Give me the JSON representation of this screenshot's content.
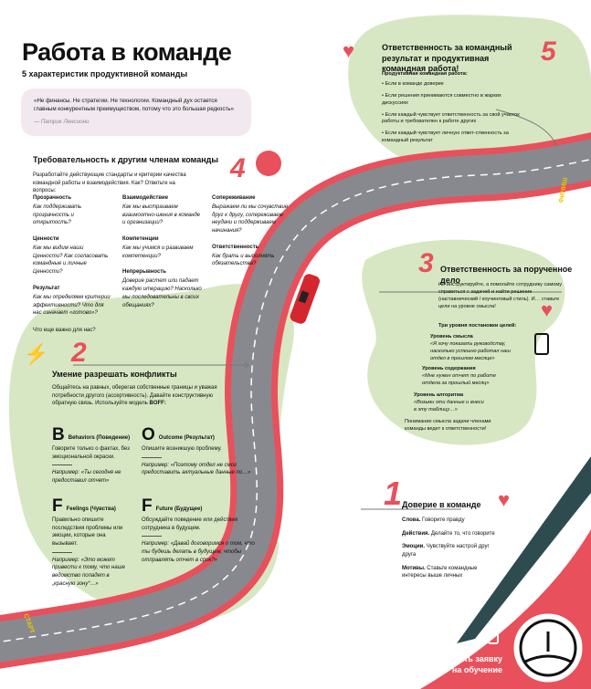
{
  "header": {
    "title": "Работа в команде",
    "subtitle": "5 характеристик продуктивной команды"
  },
  "quote": {
    "text": "«Не финансы. Не стратегии. Не технологии. Командный дух остается главным конкурентным преимуществом, потому что это большая редкость»",
    "author": "— Патрик Ленсиони"
  },
  "road": {
    "start": "СТАРТ",
    "finish": "ФИНИШ"
  },
  "s5": {
    "num": "5",
    "title": "Ответственность за командный результат и продуктивная командная работа!",
    "lead": "Продуктивная командная работа:",
    "items": [
      "Если в команде доверие",
      "Если решения принимаются совместно в жарких дискуссиях",
      "Если каждый чувствует ответственность за свой участок работы и требователен к работе других",
      "Если каждый чувствует личную ответ-ственность за командный результат"
    ]
  },
  "s4": {
    "num": "4",
    "title": "Требовательность к другим членам команды",
    "lead": "Разработайте действующие стандарты и критерии качества командной работы и взаимодействия. Как? Ответьте на вопросы:",
    "cols": [
      [
        {
          "h": "Прозрачность",
          "q": "Как поддерживать прозрачность и открытость?"
        },
        {
          "h": "Ценности",
          "q": "Как мы видим наши Ценности? Как согласовать командные и личные Ценности?"
        },
        {
          "h": "Результат",
          "q": "Как мы определяем критерии эффективности? Что для нас означает «готово»?"
        }
      ],
      [
        {
          "h": "Взаимодействие",
          "q": "Как мы выстраиваем взаимоотно-шения в команде и организации?"
        },
        {
          "h": "Компетенции",
          "q": "Как мы учимся и развиваем компетенции?"
        },
        {
          "h": "Непрерывность",
          "q": "Доверие растет или падает каждую итерацию? Насколько мы последовательны в своих обещаниях?"
        }
      ],
      [
        {
          "h": "Сопереживание",
          "q": "Выражаем ли мы сочувствие друг к другу, сопереживаем неудачи и поддерживаем начинания?"
        },
        {
          "h": "Ответственность",
          "q": "Как брать и выполнять обязательства?"
        }
      ]
    ],
    "tail": "Что еще важно для нас?"
  },
  "s3": {
    "num": "3",
    "title": "Ответственность за порученное дело",
    "lead": "Не инструктируйте, а помогайте сотруднику самому справиться с задачей и найти решение (наставнический / коучинговый стиль). И… ставьте цели на уровне смысла!",
    "levels_title": "Три уровня постановки целей:",
    "levels": [
      {
        "h": "Уровень смысла",
        "q": "«Я хочу показать руководству, насколько успешно работал наш отдел в прошлом месяце»"
      },
      {
        "h": "Уровень содержания",
        "q": "«Мне нужен отчет по работе отдела за прошлый месяц»"
      },
      {
        "h": "Уровень алгоритма",
        "q": "«Возьми эти данные и внеси в эту таблицу…»"
      }
    ],
    "tail": "Понимание смысла задачи членами команды ведет к ответственности!"
  },
  "s2": {
    "num": "2",
    "title": "Умение разрешать конфликты",
    "lead": "Общайтесь на равных, оберегая собственные границы и уважая потребности другого (ассертивность). Давайте конструктивную обратную связь. Используйте модель ",
    "lead_bold": "BOFF:",
    "boff": [
      {
        "l": "B",
        "n": "Behaviors (Поведение)",
        "d": "Говорите только о фактах, без эмоциональной окраски.",
        "e": "Например: «Ты сегодня не предоставил отчет»"
      },
      {
        "l": "O",
        "n": "Outcome (Результат)",
        "d": "Опишите возникшую проблему.",
        "e": "Например: «Поэтому отдел не смог предоставить актуальные данные по…»"
      },
      {
        "l": "F",
        "n": "Feelings (Чувства)",
        "d": "Правильно опишите последствия проблемы или эмоции, которые она вызывает.",
        "e": "Например: «Это может привести к тому, что наше ведомство попадет в „красную зону“…»"
      },
      {
        "l": "F",
        "n": "Future (Будущее)",
        "d": "Обсуждайте поведение или действия сотрудника в будущем.",
        "e": "Например: «Давай договоримся о том, что ты будешь делать в будущем, чтобы отправлять отчет в срок?»"
      }
    ]
  },
  "s1": {
    "num": "1",
    "title": "Доверие в команде",
    "items": [
      {
        "b": "Слова.",
        "t": " Говорите правду"
      },
      {
        "b": "Действия.",
        "t": " Делайте то, что говорите"
      },
      {
        "b": "Эмоции.",
        "t": " Чувствуйте настрой друг друга"
      },
      {
        "b": "Мотивы.",
        "t": " Ставьте командные интересы выше личных"
      }
    ]
  },
  "cta": {
    "line1": "Подать заявку",
    "line2": "на обучение"
  },
  "colors": {
    "accent": "#e8505b",
    "green": "#d7e7c3",
    "road": "#8a8a8f",
    "dark": "#2e4b50"
  }
}
